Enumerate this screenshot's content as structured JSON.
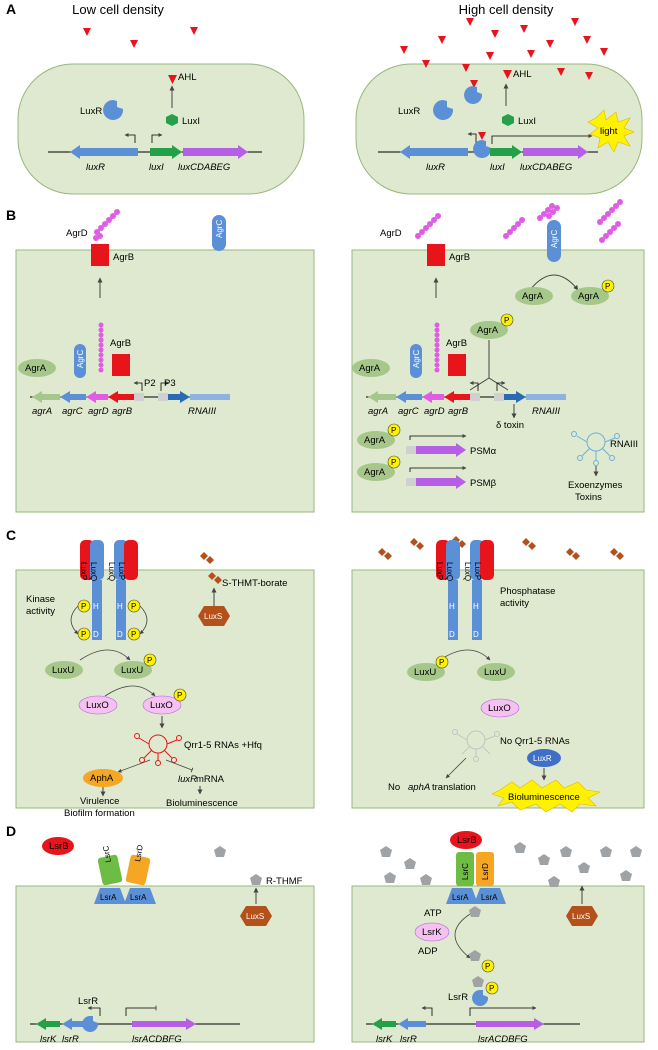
{
  "panels": {
    "A": "A",
    "B": "B",
    "C": "C",
    "D": "D"
  },
  "panelA": {
    "left_title": "Low cell density",
    "right_title": "High cell density",
    "ahl": "AHL",
    "luxr_protein": "LuxR",
    "luxi_protein": "LuxI",
    "luxr_gene": "luxR",
    "luxi_gene": "luxI",
    "operon": "luxCDABEG",
    "light": "light"
  },
  "panelB": {
    "agrd": "AgrD",
    "agrb": "AgrB",
    "agrc": "AgrC",
    "agra": "AgrA",
    "p": "P",
    "p2": "P2",
    "p3": "P3",
    "gene_agra": "agrA",
    "gene_agrc": "agrC",
    "gene_agrd": "agrD",
    "gene_agrb": "agrB",
    "gene_rnaiii": "RNAIII",
    "delta_toxin": "δ toxin",
    "rnaiii": "RNAIII",
    "psma": "PSMα",
    "psmb": "PSMβ",
    "exo1": "Exoenzymes",
    "exo2": "Toxins"
  },
  "panelC": {
    "luxp": "LuxP",
    "luxq": "LuxQ",
    "h": "H",
    "d": "D",
    "p": "P",
    "s_thmt": "S-THMT-borate",
    "luxs": "LuxS",
    "kinase1": "Kinase",
    "kinase2": "activity",
    "phosphatase1": "Phosphatase",
    "phosphatase2": "activity",
    "luxu": "LuxU",
    "luxo": "LuxO",
    "qrr": "Qrr1-5 RNAs +Hfq",
    "no_qrr": "No Qrr1-5 RNAs",
    "apha": "AphA",
    "luxr_mrna_gene": "luxR",
    "luxr_mrna_suffix": " mRNA",
    "virulence": "Virulence",
    "biofilm": "Biofilm formation",
    "biolum": "Bioluminescence",
    "no_apha_prefix": "No ",
    "no_apha_gene": "aphA",
    "no_apha_suffix": " translation",
    "luxr": "LuxR"
  },
  "panelD": {
    "lsrb": "LsrB",
    "lsrc": "LsrC",
    "lsrd": "LsrD",
    "lsra": "LsrA",
    "r_thmf": "R-THMF",
    "luxs": "LuxS",
    "atp": "ATP",
    "adp": "ADP",
    "lsrk": "LsrK",
    "lsrr": "LsrR",
    "p": "P",
    "gene_lsrk": "lsrK",
    "gene_lsrr": "lsrR",
    "operon": "lsrACDBFG"
  },
  "colors": {
    "cell": "#dfe9cf",
    "cell_border": "#9ab67b",
    "red": "#e8141b",
    "blue": "#5b8fd6",
    "green": "#24a048",
    "purple": "#b45fe6",
    "magenta": "#e05ce5",
    "pgreen": "#a5c88a",
    "yellow": "#fff200",
    "pink": "#f5c1f0",
    "orange": "#f5a623",
    "brown": "#b4501a",
    "gray": "#a0a3a6"
  }
}
